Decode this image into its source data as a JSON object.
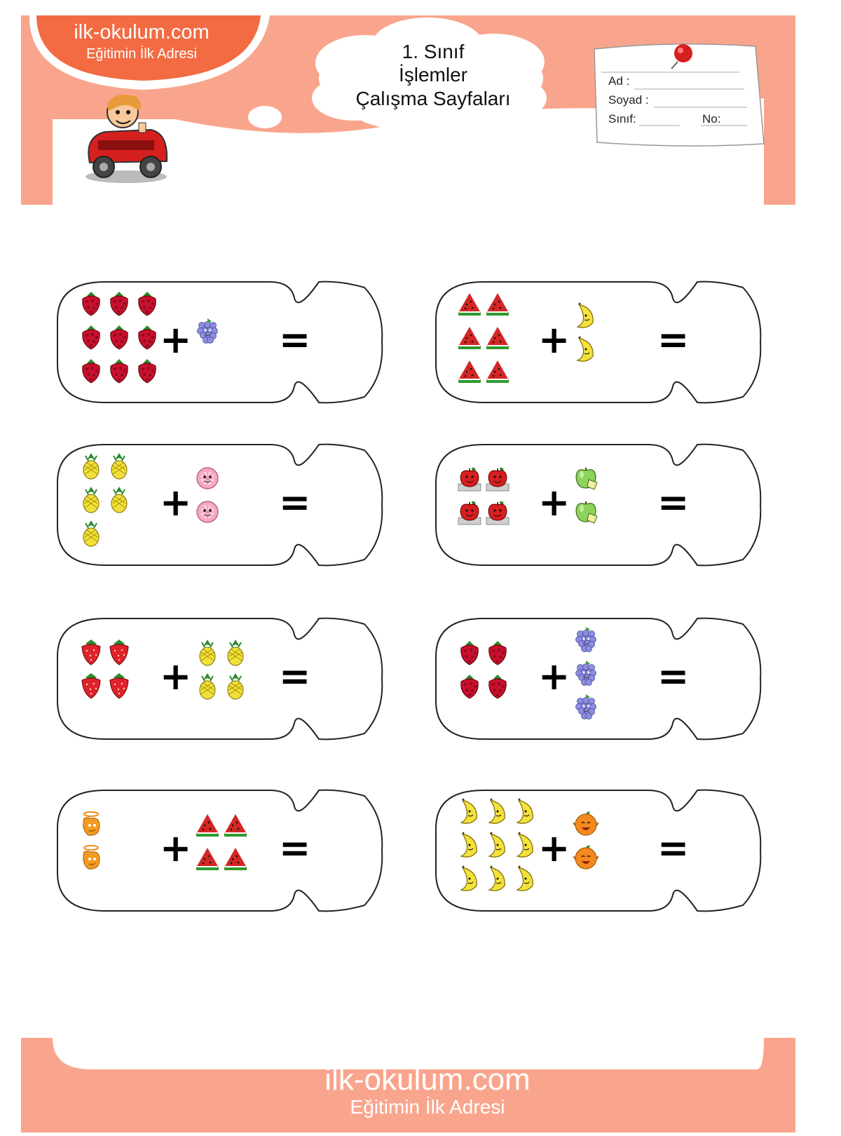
{
  "header": {
    "logo_site": "ilk-okulum.com",
    "logo_tagline": "Eğitimin İlk Adresi",
    "title_lines": [
      "1. Sınıf",
      "İşlemler",
      "Çalışma Sayfaları"
    ]
  },
  "name_card": {
    "name_label": "Ad :",
    "surname_label": "Soyad :",
    "class_label": "Sınıf:",
    "number_label": "No:"
  },
  "colors": {
    "brand_salmon": "#F9A58D",
    "ink": "#000000",
    "pin_red": "#D61F1F"
  },
  "operators": {
    "plus": "+",
    "equals": "="
  },
  "exercises": [
    {
      "left": {
        "fruit": "raspberry",
        "count": 9
      },
      "right": {
        "fruit": "grape",
        "count": 1
      }
    },
    {
      "left": {
        "fruit": "watermelon",
        "count": 6
      },
      "right": {
        "fruit": "banana",
        "count": 2
      }
    },
    {
      "left": {
        "fruit": "pineapple",
        "count": 5
      },
      "right": {
        "fruit": "grapefruit",
        "count": 2
      }
    },
    {
      "left": {
        "fruit": "apple",
        "count": 4
      },
      "right": {
        "fruit": "green-apple",
        "count": 2
      }
    },
    {
      "left": {
        "fruit": "strawberry",
        "count": 4
      },
      "right": {
        "fruit": "pineapple",
        "count": 4
      }
    },
    {
      "left": {
        "fruit": "raspberry",
        "count": 4
      },
      "right": {
        "fruit": "grape",
        "count": 3
      }
    },
    {
      "left": {
        "fruit": "orange-slice",
        "count": 2
      },
      "right": {
        "fruit": "watermelon",
        "count": 4
      }
    },
    {
      "left": {
        "fruit": "banana",
        "count": 9
      },
      "right": {
        "fruit": "orange",
        "count": 2
      }
    }
  ],
  "footer": {
    "site": "ilk-okulum.com",
    "tagline": "Eğitimin İlk Adresi"
  }
}
